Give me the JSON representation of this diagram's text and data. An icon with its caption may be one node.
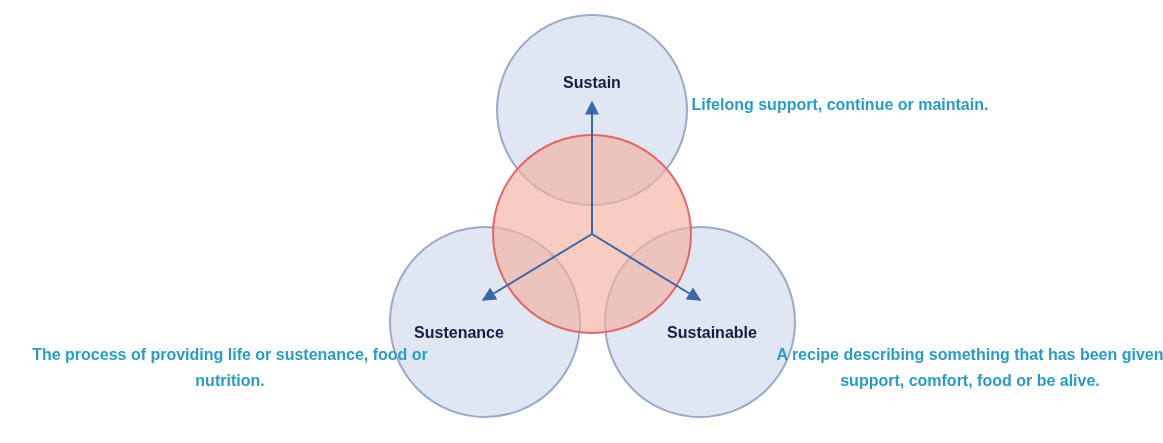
{
  "diagram": {
    "nodes": [
      {
        "text": [
          "Sustain"
        ],
        "beside": [
          "Lifelong support, continue or maintain."
        ]
      },
      {
        "text": [],
        "shape": "circle"
      },
      {
        "text": [
          "Sustenance"
        ],
        "beside": [
          "The process of providing life or sustenance, food or nutrition."
        ]
      },
      {
        "text": [
          "Sustainable"
        ],
        "beside": [
          "A recipe describing something that has been given support, comfort, food or be alive."
        ]
      }
    ],
    "edges": [
      {
        "from": 1,
        "to": 0,
        "arrow": "to"
      },
      {
        "from": 1,
        "to": 2,
        "arrow": "to"
      },
      {
        "from": 1,
        "to": 3,
        "arrow": "to"
      }
    ]
  }
}
